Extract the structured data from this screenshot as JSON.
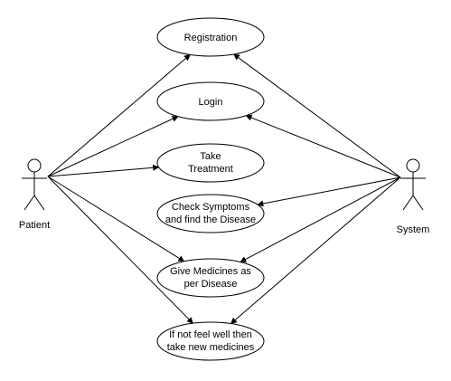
{
  "actors": {
    "patient": {
      "label": "Patient"
    },
    "system": {
      "label": "System"
    }
  },
  "use_cases": [
    {
      "id": "registration",
      "lines": [
        "Registration"
      ]
    },
    {
      "id": "login",
      "lines": [
        "Login"
      ]
    },
    {
      "id": "take-treatment",
      "lines": [
        "Take",
        "Treatment"
      ]
    },
    {
      "id": "check-symptoms",
      "lines": [
        "Check Symptoms",
        "and find the Disease"
      ]
    },
    {
      "id": "give-medicines",
      "lines": [
        "Give Medicines as",
        "per Disease"
      ]
    },
    {
      "id": "new-medicines",
      "lines": [
        "If not feel well then",
        "take new medicines"
      ]
    }
  ],
  "associations": [
    {
      "from": "patient",
      "to": "registration"
    },
    {
      "from": "patient",
      "to": "login"
    },
    {
      "from": "patient",
      "to": "take-treatment"
    },
    {
      "from": "patient",
      "to": "give-medicines"
    },
    {
      "from": "patient",
      "to": "new-medicines"
    },
    {
      "from": "system",
      "to": "registration"
    },
    {
      "from": "system",
      "to": "login"
    },
    {
      "from": "system",
      "to": "check-symptoms"
    },
    {
      "from": "system",
      "to": "give-medicines"
    },
    {
      "from": "system",
      "to": "new-medicines"
    }
  ]
}
